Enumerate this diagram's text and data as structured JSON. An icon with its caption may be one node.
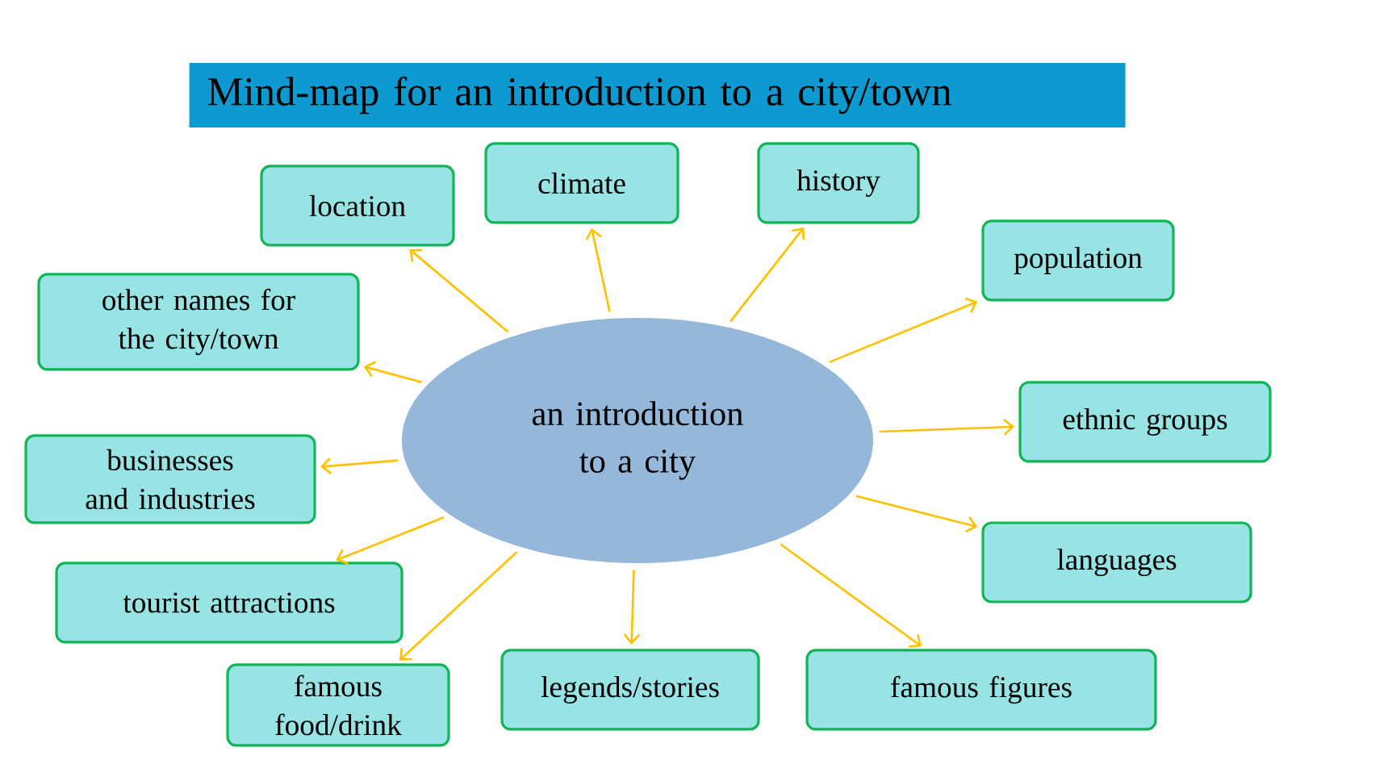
{
  "diagram": {
    "title": "Mind-map for an introduction to a city/town",
    "nodes": [
      {
        "text": [
          "an introduction to a city"
        ]
      },
      {
        "text": [
          "location"
        ]
      },
      {
        "text": [
          "climate"
        ]
      },
      {
        "text": [
          "history"
        ]
      },
      {
        "text": [
          "population"
        ]
      },
      {
        "text": [
          "other names for the city/town"
        ]
      },
      {
        "text": [
          "ethnic groups"
        ]
      },
      {
        "text": [
          "businesses and industries"
        ]
      },
      {
        "text": [
          "languages"
        ]
      },
      {
        "text": [
          "tourist attractions"
        ]
      },
      {
        "text": [
          "famous food/drink"
        ]
      },
      {
        "text": [
          "legends/stories"
        ]
      },
      {
        "text": [
          "famous figures"
        ]
      }
    ],
    "edges": [
      {
        "from": 0,
        "to": 1,
        "arrow": "to"
      },
      {
        "from": 0,
        "to": 2,
        "arrow": "to"
      },
      {
        "from": 0,
        "to": 3,
        "arrow": "to"
      },
      {
        "from": 0,
        "to": 4,
        "arrow": "to"
      },
      {
        "from": 0,
        "to": 5,
        "arrow": "to"
      },
      {
        "from": 0,
        "to": 6,
        "arrow": "to"
      },
      {
        "from": 0,
        "to": 7,
        "arrow": "to"
      },
      {
        "from": 0,
        "to": 8,
        "arrow": "to"
      },
      {
        "from": 0,
        "to": 9,
        "arrow": "to"
      },
      {
        "from": 0,
        "to": 10,
        "arrow": "to"
      },
      {
        "from": 0,
        "to": 11,
        "arrow": "to"
      },
      {
        "from": 0,
        "to": 12,
        "arrow": "to"
      }
    ]
  }
}
